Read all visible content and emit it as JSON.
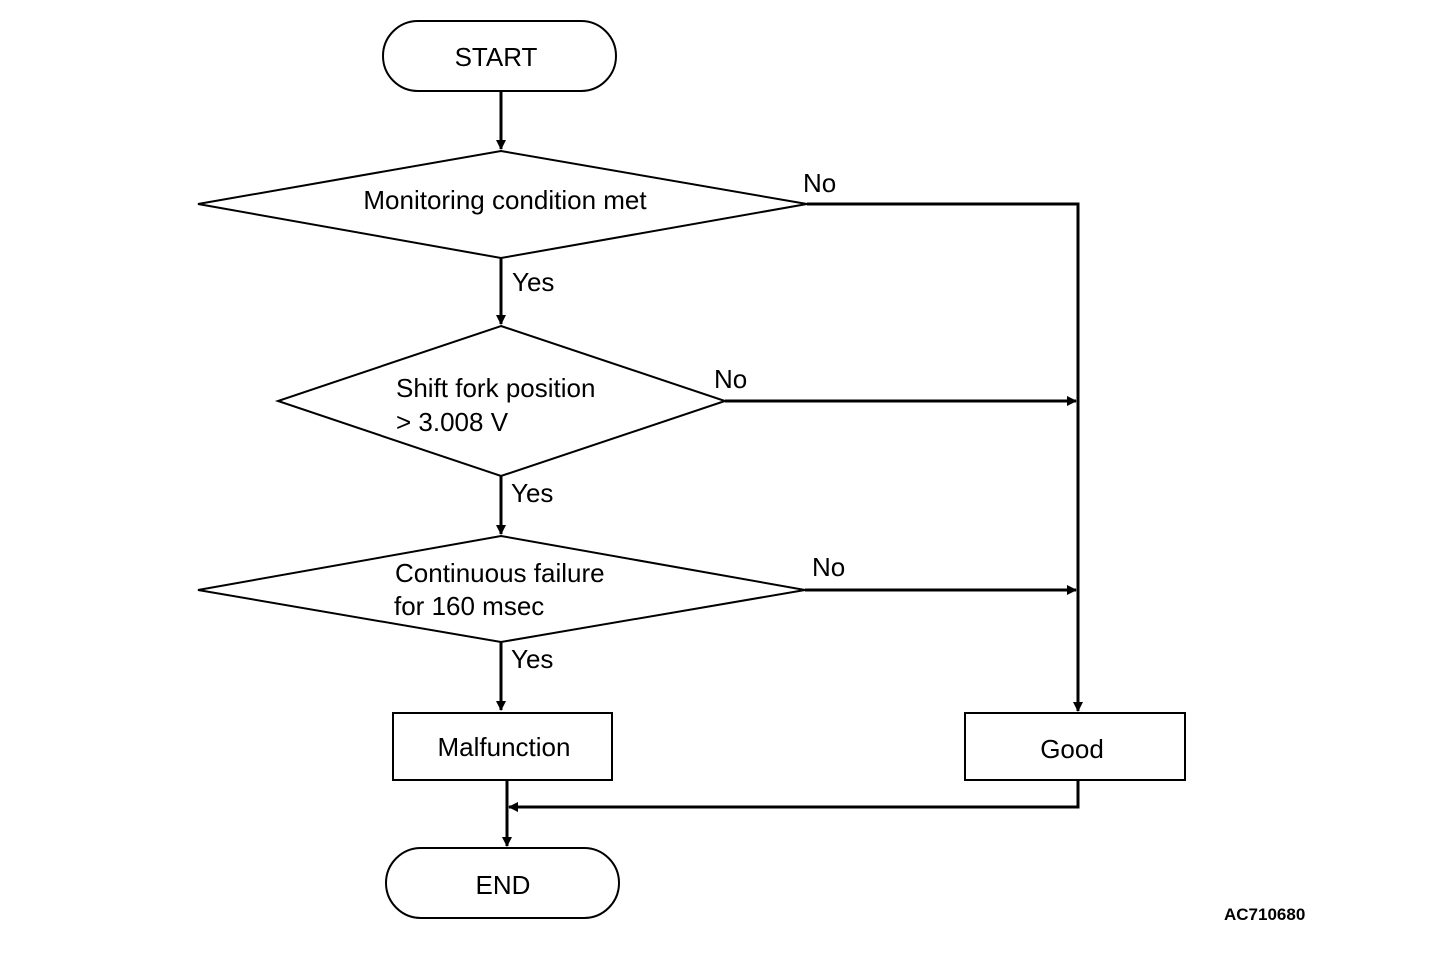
{
  "nodes": {
    "start": "START",
    "decision_monitoring": "Monitoring condition met",
    "decision_shift_line1": "Shift fork position",
    "decision_shift_line2": "> 3.008 V",
    "decision_continuous_line1": "Continuous failure",
    "decision_continuous_line2": "for 160 msec",
    "malfunction": "Malfunction",
    "good": "Good",
    "end": "END"
  },
  "edges": {
    "yes_1": "Yes",
    "yes_2": "Yes",
    "yes_3": "Yes",
    "no_1": "No",
    "no_2": "No",
    "no_3": "No"
  },
  "figure_code": "AC710680"
}
